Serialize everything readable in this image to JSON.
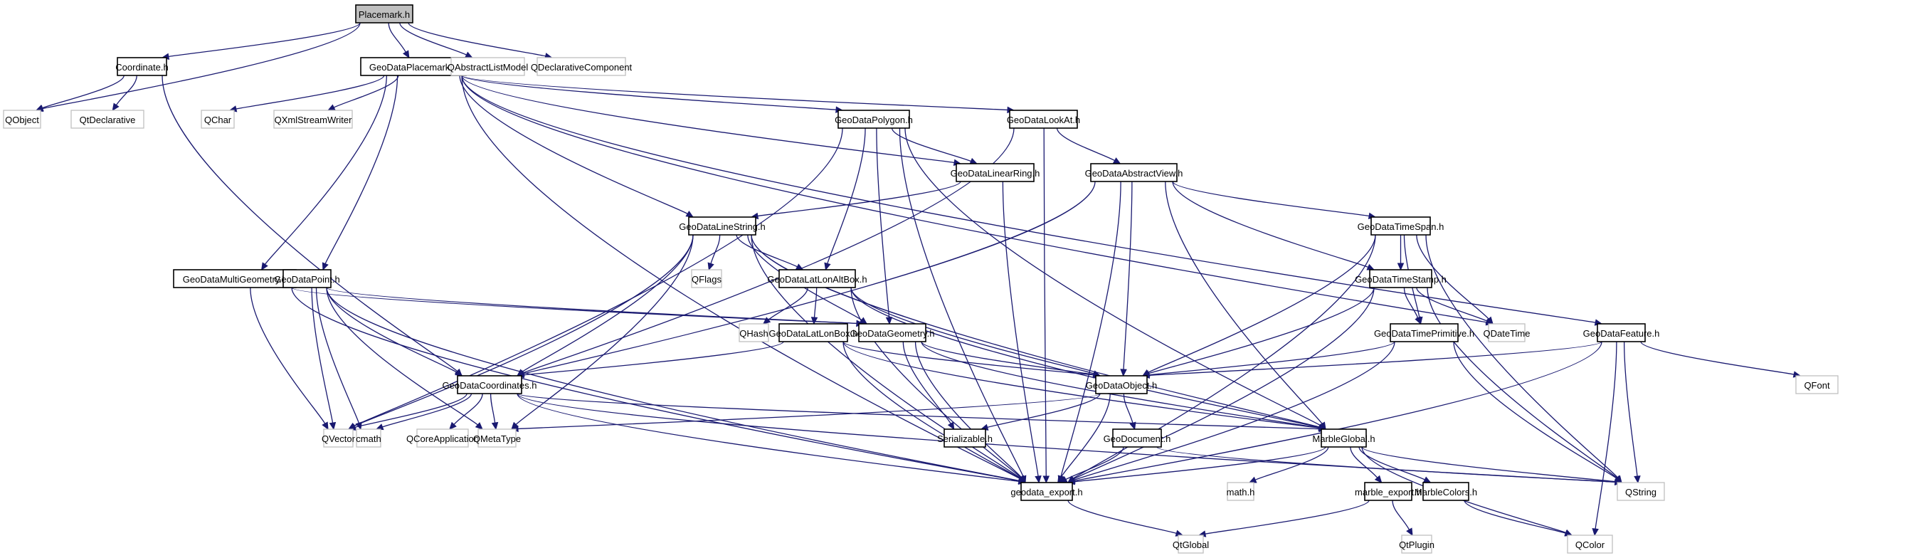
{
  "title": "Placemark.h include dependency graph",
  "colors": {
    "edge": "#191970",
    "root_fill": "#bfbfbf",
    "internal_border": "#000000",
    "external_border": "#bfbfbf"
  },
  "nodes": [
    {
      "id": "placemark",
      "label": "Placemark.h",
      "kind": "root"
    },
    {
      "id": "coordinate",
      "label": "Coordinate.h",
      "kind": "internal"
    },
    {
      "id": "geodataplacemark",
      "label": "GeoDataPlacemark.h",
      "kind": "internal"
    },
    {
      "id": "qabstractlistmodel",
      "label": "QAbstractListModel",
      "kind": "external"
    },
    {
      "id": "qdeclarativecomponent",
      "label": "QDeclarativeComponent",
      "kind": "external"
    },
    {
      "id": "qobject",
      "label": "QObject",
      "kind": "external"
    },
    {
      "id": "qtdeclarative",
      "label": "QtDeclarative",
      "kind": "external"
    },
    {
      "id": "qchar",
      "label": "QChar",
      "kind": "external"
    },
    {
      "id": "qxmlstreamwriter",
      "label": "QXmlStreamWriter",
      "kind": "external"
    },
    {
      "id": "geodatapolygon",
      "label": "GeoDataPolygon.h",
      "kind": "internal"
    },
    {
      "id": "geodatalookat",
      "label": "GeoDataLookAt.h",
      "kind": "internal"
    },
    {
      "id": "geodatalinearring",
      "label": "GeoDataLinearRing.h",
      "kind": "internal"
    },
    {
      "id": "geodataabstractview",
      "label": "GeoDataAbstractView.h",
      "kind": "internal"
    },
    {
      "id": "geodatalinestring",
      "label": "GeoDataLineString.h",
      "kind": "internal"
    },
    {
      "id": "geodatatimespan",
      "label": "GeoDataTimeSpan.h",
      "kind": "internal"
    },
    {
      "id": "geodatamultigeometry",
      "label": "GeoDataMultiGeometry.h",
      "kind": "internal"
    },
    {
      "id": "geodatapoint",
      "label": "GeoDataPoint.h",
      "kind": "internal"
    },
    {
      "id": "qflags",
      "label": "QFlags",
      "kind": "external"
    },
    {
      "id": "geodatalatlonaltbox",
      "label": "GeoDataLatLonAltBox.h",
      "kind": "internal"
    },
    {
      "id": "geodatatimestamp",
      "label": "GeoDataTimeStamp.h",
      "kind": "internal"
    },
    {
      "id": "qdatetime",
      "label": "QDateTime",
      "kind": "external"
    },
    {
      "id": "geodatatimeprimitive",
      "label": "GeoDataTimePrimitive.h",
      "kind": "internal"
    },
    {
      "id": "geodatafeature",
      "label": "GeoDataFeature.h",
      "kind": "internal"
    },
    {
      "id": "qhash",
      "label": "QHash",
      "kind": "external"
    },
    {
      "id": "geodatalatlonbox",
      "label": "GeoDataLatLonBox.h",
      "kind": "internal"
    },
    {
      "id": "geodatageometry",
      "label": "GeoDataGeometry.h",
      "kind": "internal"
    },
    {
      "id": "geodatacoordinates",
      "label": "GeoDataCoordinates.h",
      "kind": "internal"
    },
    {
      "id": "geodataobject",
      "label": "GeoDataObject.h",
      "kind": "internal"
    },
    {
      "id": "qfont",
      "label": "QFont",
      "kind": "external"
    },
    {
      "id": "qvector",
      "label": "QVector",
      "kind": "external"
    },
    {
      "id": "cmath",
      "label": "cmath",
      "kind": "external"
    },
    {
      "id": "qcoreapplication",
      "label": "QCoreApplication",
      "kind": "external"
    },
    {
      "id": "qmetatype",
      "label": "QMetaType",
      "kind": "external"
    },
    {
      "id": "serializable",
      "label": "Serializable.h",
      "kind": "internal"
    },
    {
      "id": "geodocument",
      "label": "GeoDocument.h",
      "kind": "internal"
    },
    {
      "id": "marbleglobal",
      "label": "MarbleGlobal.h",
      "kind": "internal"
    },
    {
      "id": "geodataexport",
      "label": "geodata_export.h",
      "kind": "internal"
    },
    {
      "id": "mathh",
      "label": "math.h",
      "kind": "external"
    },
    {
      "id": "marbleexport",
      "label": "marble_export.h",
      "kind": "internal"
    },
    {
      "id": "marblecolors",
      "label": "MarbleColors.h",
      "kind": "internal"
    },
    {
      "id": "qstring",
      "label": "QString",
      "kind": "external"
    },
    {
      "id": "qtglobal",
      "label": "QtGlobal",
      "kind": "external"
    },
    {
      "id": "qtplugin",
      "label": "QtPlugin",
      "kind": "external"
    },
    {
      "id": "qcolor",
      "label": "QColor",
      "kind": "external"
    }
  ],
  "edges": [
    [
      "placemark",
      "qobject"
    ],
    [
      "placemark",
      "coordinate"
    ],
    [
      "placemark",
      "geodataplacemark"
    ],
    [
      "placemark",
      "qabstractlistmodel"
    ],
    [
      "placemark",
      "qdeclarativecomponent"
    ],
    [
      "coordinate",
      "qobject"
    ],
    [
      "coordinate",
      "qtdeclarative"
    ],
    [
      "coordinate",
      "geodatacoordinates"
    ],
    [
      "geodataplacemark",
      "qchar"
    ],
    [
      "geodataplacemark",
      "qxmlstreamwriter"
    ],
    [
      "geodataplacemark",
      "geodatamultigeometry"
    ],
    [
      "geodataplacemark",
      "geodatapoint"
    ],
    [
      "geodataplacemark",
      "geodatalinestring"
    ],
    [
      "geodataplacemark",
      "geodatapolygon"
    ],
    [
      "geodataplacemark",
      "geodatalookat"
    ],
    [
      "geodataplacemark",
      "geodatalinearring"
    ],
    [
      "geodataplacemark",
      "geodatafeature"
    ],
    [
      "geodataplacemark",
      "qdatetime"
    ],
    [
      "geodataplacemark",
      "geodataexport"
    ],
    [
      "geodatapolygon",
      "geodatalinearring"
    ],
    [
      "geodatapolygon",
      "geodatalatlonaltbox"
    ],
    [
      "geodatapolygon",
      "geodatageometry"
    ],
    [
      "geodatapolygon",
      "qvector"
    ],
    [
      "geodatapolygon",
      "geodataexport"
    ],
    [
      "geodatapolygon",
      "marbleglobal"
    ],
    [
      "geodatalookat",
      "geodataabstractview"
    ],
    [
      "geodatalookat",
      "geodatacoordinates"
    ],
    [
      "geodatalookat",
      "geodataexport"
    ],
    [
      "geodatalinearring",
      "geodatalinestring"
    ],
    [
      "geodatalinearring",
      "geodataexport"
    ],
    [
      "geodataabstractview",
      "geodatatimespan"
    ],
    [
      "geodataabstractview",
      "geodatatimestamp"
    ],
    [
      "geodataabstractview",
      "geodataobject"
    ],
    [
      "geodataabstractview",
      "geodatacoordinates"
    ],
    [
      "geodataabstractview",
      "marbleglobal"
    ],
    [
      "geodataabstractview",
      "geodataexport"
    ],
    [
      "geodatalinestring",
      "qflags"
    ],
    [
      "geodatalinestring",
      "geodatalatlonaltbox"
    ],
    [
      "geodatalinestring",
      "geodatageometry"
    ],
    [
      "geodatalinestring",
      "geodatacoordinates"
    ],
    [
      "geodatalinestring",
      "qvector"
    ],
    [
      "geodatalinestring",
      "qmetatype"
    ],
    [
      "geodatalinestring",
      "marbleglobal"
    ],
    [
      "geodatalinestring",
      "geodataexport"
    ],
    [
      "geodatatimespan",
      "geodatatimestamp"
    ],
    [
      "geodatatimespan",
      "geodatatimeprimitive"
    ],
    [
      "geodatatimespan",
      "qdatetime"
    ],
    [
      "geodatatimespan",
      "geodataobject"
    ],
    [
      "geodatatimespan",
      "qstring"
    ],
    [
      "geodatatimespan",
      "geodataexport"
    ],
    [
      "geodatamultigeometry",
      "geodatageometry"
    ],
    [
      "geodatamultigeometry",
      "qvector"
    ],
    [
      "geodatamultigeometry",
      "geodataexport"
    ],
    [
      "geodatapoint",
      "geodatageometry"
    ],
    [
      "geodatapoint",
      "geodatacoordinates"
    ],
    [
      "geodatapoint",
      "qvector"
    ],
    [
      "geodatapoint",
      "cmath"
    ],
    [
      "geodatapoint",
      "qmetatype"
    ],
    [
      "geodatapoint",
      "geodataexport"
    ],
    [
      "geodatalatlonaltbox",
      "qhash"
    ],
    [
      "geodatalatlonaltbox",
      "geodatalatlonbox"
    ],
    [
      "geodatalatlonaltbox",
      "geodataobject"
    ],
    [
      "geodatalatlonaltbox",
      "marbleglobal"
    ],
    [
      "geodatalatlonaltbox",
      "geodataexport"
    ],
    [
      "geodatatimestamp",
      "geodatatimeprimitive"
    ],
    [
      "geodatatimestamp",
      "qdatetime"
    ],
    [
      "geodatatimestamp",
      "geodataobject"
    ],
    [
      "geodatatimestamp",
      "qstring"
    ],
    [
      "geodatatimestamp",
      "geodataexport"
    ],
    [
      "geodatatimeprimitive",
      "geodataobject"
    ],
    [
      "geodatatimeprimitive",
      "qstring"
    ],
    [
      "geodatatimeprimitive",
      "geodataexport"
    ],
    [
      "geodatafeature",
      "qfont"
    ],
    [
      "geodatafeature",
      "geodataobject"
    ],
    [
      "geodatafeature",
      "qstring"
    ],
    [
      "geodatafeature",
      "qcolor"
    ],
    [
      "geodatafeature",
      "geodataexport"
    ],
    [
      "geodatalatlonbox",
      "geodatacoordinates"
    ],
    [
      "geodatalatlonbox",
      "geodataobject"
    ],
    [
      "geodatalatlonbox",
      "marbleglobal"
    ],
    [
      "geodatalatlonbox",
      "geodataexport"
    ],
    [
      "geodatageometry",
      "geodataobject"
    ],
    [
      "geodatageometry",
      "serializable"
    ],
    [
      "geodatageometry",
      "marbleglobal"
    ],
    [
      "geodatageometry",
      "geodataexport"
    ],
    [
      "geodatacoordinates",
      "qvector"
    ],
    [
      "geodatacoordinates",
      "cmath"
    ],
    [
      "geodatacoordinates",
      "qcoreapplication"
    ],
    [
      "geodatacoordinates",
      "qmetatype"
    ],
    [
      "geodatacoordinates",
      "marbleglobal"
    ],
    [
      "geodatacoordinates",
      "qstring"
    ],
    [
      "geodatacoordinates",
      "geodataexport"
    ],
    [
      "geodataobject",
      "serializable"
    ],
    [
      "geodataobject",
      "geodocument"
    ],
    [
      "geodataobject",
      "qmetatype"
    ],
    [
      "geodataobject",
      "geodataexport"
    ],
    [
      "geodocument",
      "geodataexport"
    ],
    [
      "geodocument",
      "qstring"
    ],
    [
      "marbleglobal",
      "mathh"
    ],
    [
      "marbleglobal",
      "marbleexport"
    ],
    [
      "marbleglobal",
      "marblecolors"
    ],
    [
      "marbleglobal",
      "qstring"
    ],
    [
      "marbleglobal",
      "qcolor"
    ],
    [
      "marbleglobal",
      "geodataexport"
    ],
    [
      "marbleexport",
      "qtglobal"
    ],
    [
      "marbleexport",
      "qtplugin"
    ],
    [
      "marblecolors",
      "qcolor"
    ],
    [
      "geodataexport",
      "qtglobal"
    ]
  ]
}
